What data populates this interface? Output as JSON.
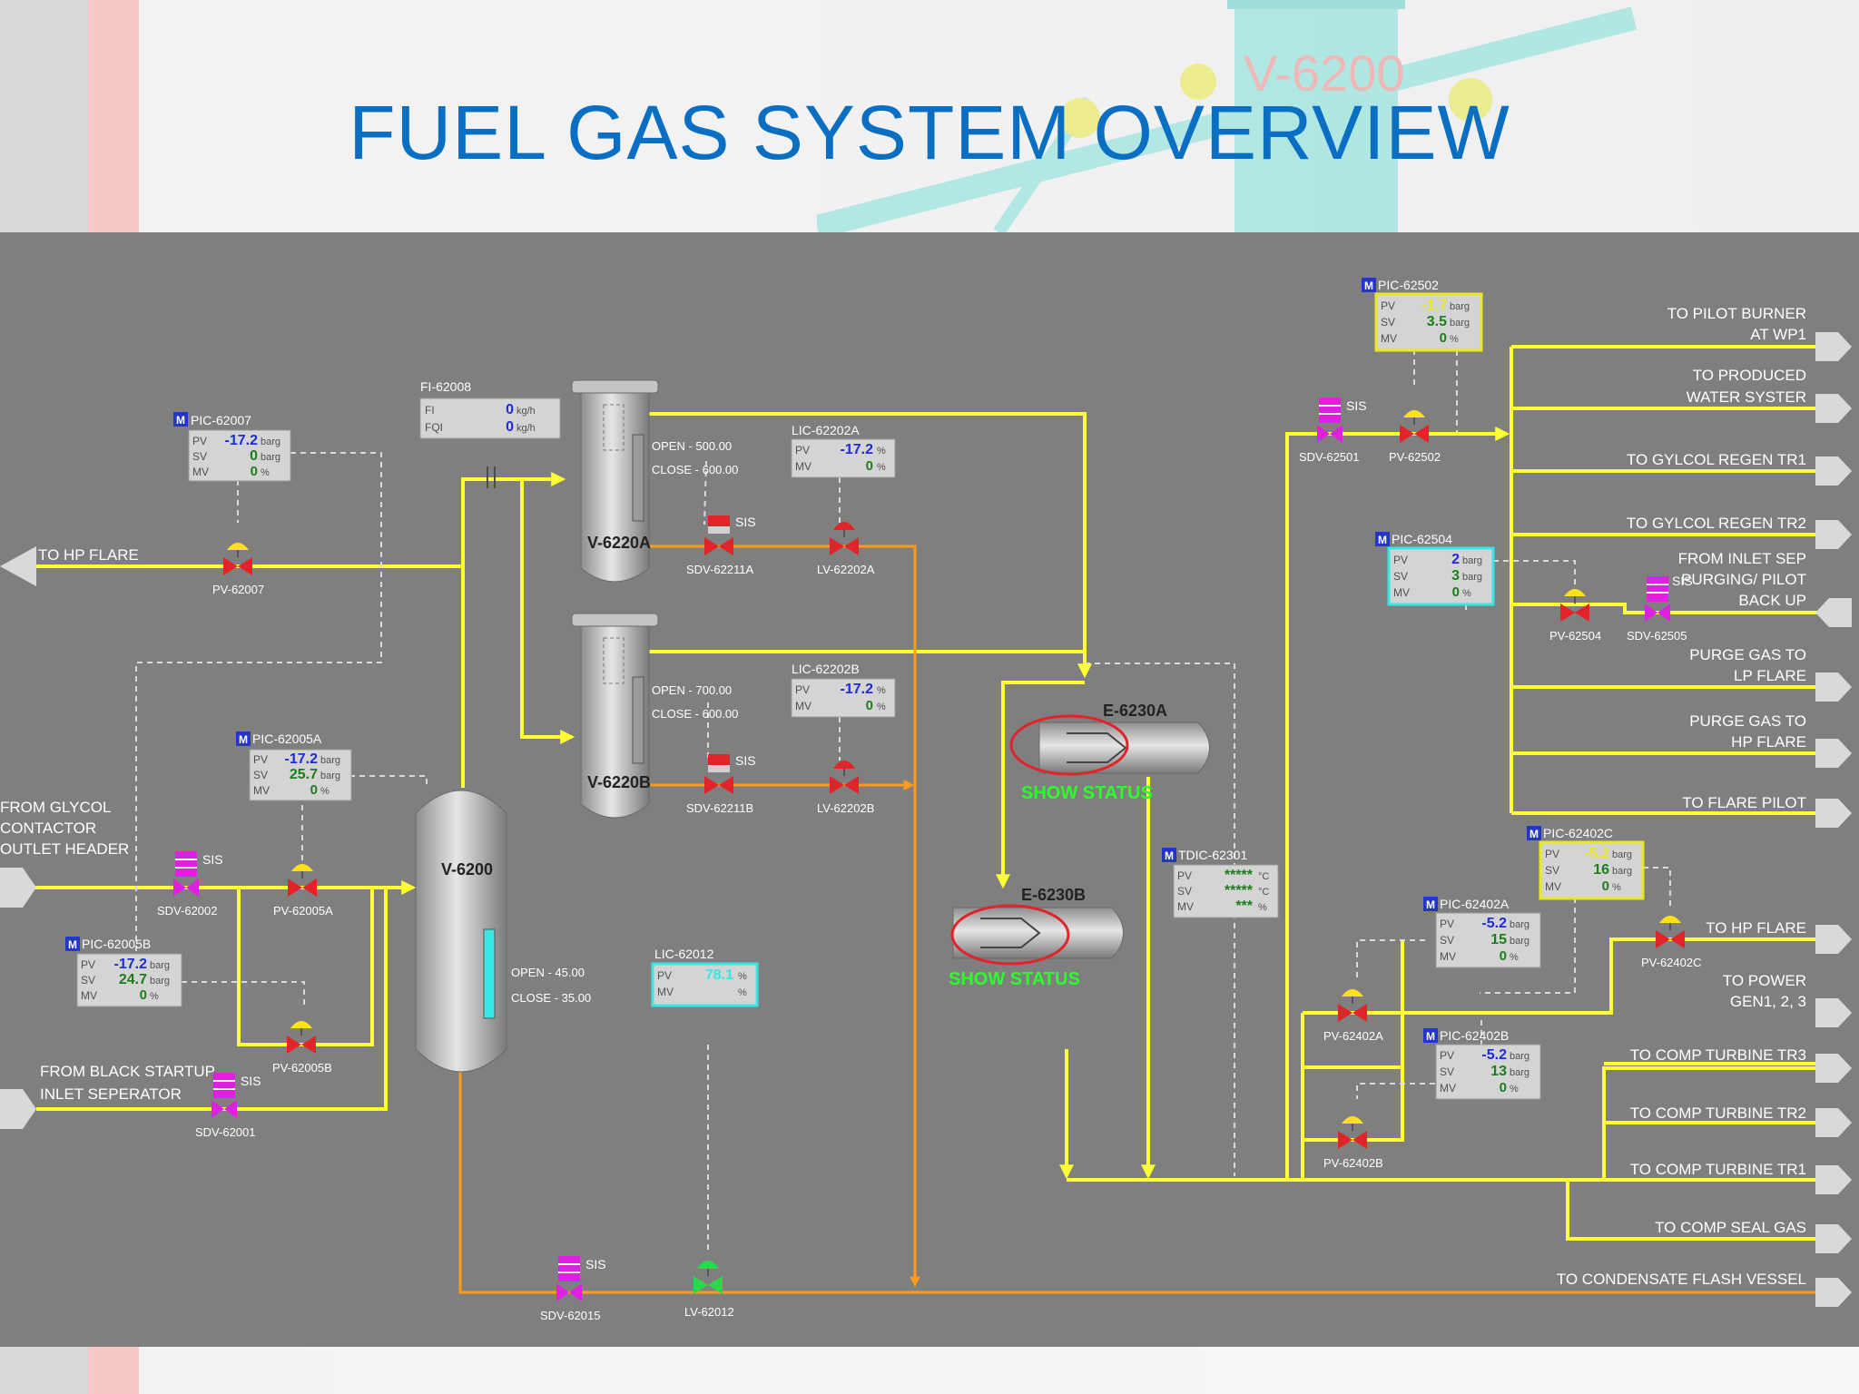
{
  "title": "FUEL GAS SYSTEM OVERVIEW",
  "watermark_tag": "V-6200",
  "colors": {
    "background": "#7f7f7f",
    "gas_line": "#ffff33",
    "liquid_line": "#ff9a1a",
    "title": "#0a6fc2",
    "status_text": "#2bff2b"
  },
  "left_labels": {
    "hp_flare": "TO HP FLARE",
    "glycol_1": "FROM GLYCOL",
    "glycol_2": "CONTACTOR",
    "glycol_3": "OUTLET HEADER",
    "blackstart_1": "FROM BLACK STARTUP",
    "blackstart_2": "INLET SEPERATOR"
  },
  "right_labels": {
    "pilot_burner_1": "TO PILOT BURNER",
    "pilot_burner_2": "AT WP1",
    "produced_1": "TO PRODUCED",
    "produced_2": "WATER SYSTER",
    "glycol_tr1": "TO GYLCOL REGEN TR1",
    "glycol_tr2": "TO GYLCOL REGEN TR2",
    "inlet_1": "FROM INLET SEP",
    "inlet_2": "PURGING/ PILOT",
    "inlet_3": "BACK UP",
    "purge_lp_1": "PURGE GAS TO",
    "purge_lp_2": "LP FLARE",
    "purge_hp_1": "PURGE GAS TO",
    "purge_hp_2": "HP FLARE",
    "flare_pilot": "TO FLARE PILOT",
    "hp_flare": "TO HP FLARE",
    "power_1": "TO POWER",
    "power_2": "GEN1, 2, 3",
    "comp_tr3": "TO COMP TURBINE TR3",
    "comp_tr2": "TO COMP TURBINE TR2",
    "comp_tr1": "TO COMP TURBINE TR1",
    "seal_gas": "TO COMP SEAL GAS",
    "condensate": "TO CONDENSATE FLASH VESSEL"
  },
  "faceplates": {
    "pic_62007": {
      "tag": "PIC-62007",
      "pv": "-17.2",
      "sv": "0",
      "mv": "0",
      "pv_unit": "barg",
      "sv_unit": "barg",
      "mv_unit": "%"
    },
    "pic_62005a": {
      "tag": "PIC-62005A",
      "pv": "-17.2",
      "sv": "25.7",
      "mv": "0",
      "pv_unit": "barg",
      "sv_unit": "barg",
      "mv_unit": "%"
    },
    "pic_62005b": {
      "tag": "PIC-62005B",
      "pv": "-17.2",
      "sv": "24.7",
      "mv": "0",
      "pv_unit": "barg",
      "sv_unit": "barg",
      "mv_unit": "%"
    },
    "fi_62008": {
      "tag": "FI-62008",
      "fi": "0",
      "fqi": "0",
      "fi_unit": "kg/h",
      "fqi_unit": "kg/h"
    },
    "lic_62202a": {
      "tag": "LIC-62202A",
      "pv": "-17.2",
      "mv": "0",
      "pv_unit": "%",
      "mv_unit": "%"
    },
    "lic_62202b": {
      "tag": "LIC-62202B",
      "pv": "-17.2",
      "mv": "0",
      "pv_unit": "%",
      "mv_unit": "%"
    },
    "lic_62012": {
      "tag": "LIC-62012",
      "pv": "78.1",
      "pv_unit": "%",
      "mv_unit": "%"
    },
    "pic_62502": {
      "tag": "PIC-62502",
      "pv": "-1.7",
      "sv": "3.5",
      "mv": "0",
      "pv_unit": "barg",
      "sv_unit": "barg",
      "mv_unit": "%"
    },
    "pic_62504": {
      "tag": "PIC-62504",
      "pv": "2",
      "sv": "3",
      "mv": "0",
      "pv_unit": "barg",
      "sv_unit": "barg",
      "mv_unit": "%"
    },
    "pic_62402c": {
      "tag": "PIC-62402C",
      "pv": "-5.2",
      "sv": "16",
      "mv": "0",
      "pv_unit": "barg",
      "sv_unit": "barg",
      "mv_unit": "%"
    },
    "pic_62402a": {
      "tag": "PIC-62402A",
      "pv": "-5.2",
      "sv": "15",
      "mv": "0",
      "pv_unit": "barg",
      "sv_unit": "barg",
      "mv_unit": "%"
    },
    "pic_62402b": {
      "tag": "PIC-62402B",
      "pv": "-5.2",
      "sv": "13",
      "mv": "0",
      "pv_unit": "barg",
      "sv_unit": "barg",
      "mv_unit": "%"
    },
    "tdic_62301": {
      "tag": "TDIC-62301",
      "pv": "*****",
      "sv": "*****",
      "mv": "***",
      "pv_unit": "°C",
      "sv_unit": "°C",
      "mv_unit": "%"
    }
  },
  "faceplate_row_labels": {
    "pv": "PV",
    "sv": "SV",
    "mv": "MV",
    "fi": "FI",
    "fqi": "FQI"
  },
  "mode_badge": "M",
  "sis_label": "SIS",
  "valves": {
    "pv_62007": "PV-62007",
    "pv_62005a": "PV-62005A",
    "pv_62005b": "PV-62005B",
    "sdv_62002": "SDV-62002",
    "sdv_62001": "SDV-62001",
    "sdv_62211a": "SDV-62211A",
    "lv_62202a": "LV-62202A",
    "sdv_62211b": "SDV-62211B",
    "lv_62202b": "LV-62202B",
    "sdv_62015": "SDV-62015",
    "lv_62012": "LV-62012",
    "sdv_62501": "SDV-62501",
    "pv_62502": "PV-62502",
    "pv_62504": "PV-62504",
    "sdv_62505": "SDV-62505",
    "pv_62402c": "PV-62402C",
    "pv_62402a": "PV-62402A",
    "pv_62402b": "PV-62402B"
  },
  "vessels": {
    "v_6200": "V-6200",
    "v_6220a": "V-6220A",
    "v_6220b": "V-6220B",
    "e_6230a": "E-6230A",
    "e_6230b": "E-6230B"
  },
  "level_alarms": {
    "v6220a": {
      "open": "OPEN  -  500.00",
      "close": "CLOSE  -  600.00"
    },
    "v6220b": {
      "open": "OPEN  -  700.00",
      "close": "CLOSE  -  600.00"
    },
    "v6200": {
      "open": "OPEN  -  45.00",
      "close": "CLOSE  -  35.00"
    }
  },
  "show_status": "SHOW STATUS"
}
